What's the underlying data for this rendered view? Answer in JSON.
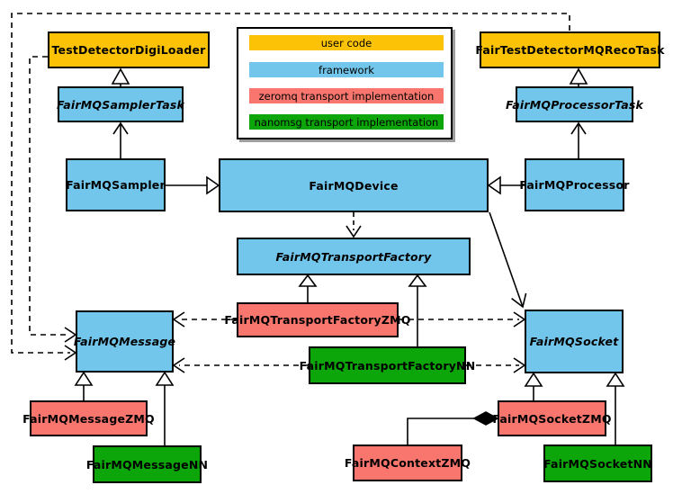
{
  "diagram": {
    "kind": "uml-class-diagram",
    "colors": {
      "user_code": "#FCC306",
      "framework": "#73C6EB",
      "zeromq": "#F8766D",
      "nanomsg": "#0CA60A",
      "line": "#000000",
      "legend_shadow": "#9E9E9E"
    },
    "legend": {
      "items": [
        {
          "label": "user code",
          "color": "#FCC306"
        },
        {
          "label": "framework",
          "color": "#73C6EB"
        },
        {
          "label": "zeromq transport implementation",
          "color": "#F8766D"
        },
        {
          "label": "nanomsg transport implementation",
          "color": "#0CA60A"
        }
      ]
    },
    "nodes": [
      {
        "label": "TestDetectorDigiLoader",
        "category": "user code",
        "abstract": false,
        "color": "#FCC306"
      },
      {
        "label": "FairTestDetectorMQRecoTask",
        "category": "user code",
        "abstract": false,
        "color": "#FCC306"
      },
      {
        "label": "FairMQSamplerTask",
        "category": "framework",
        "abstract": true,
        "color": "#73C6EB"
      },
      {
        "label": "FairMQProcessorTask",
        "category": "framework",
        "abstract": true,
        "color": "#73C6EB"
      },
      {
        "label": "FairMQSampler",
        "category": "framework",
        "abstract": false,
        "color": "#73C6EB"
      },
      {
        "label": "FairMQDevice",
        "category": "framework",
        "abstract": false,
        "color": "#73C6EB"
      },
      {
        "label": "FairMQProcessor",
        "category": "framework",
        "abstract": false,
        "color": "#73C6EB"
      },
      {
        "label": "FairMQTransportFactory",
        "category": "framework",
        "abstract": true,
        "color": "#73C6EB"
      },
      {
        "label": "FairMQTransportFactoryZMQ",
        "category": "zeromq transport implementation",
        "abstract": false,
        "color": "#F8766D"
      },
      {
        "label": "FairMQTransportFactoryNN",
        "category": "nanomsg transport implementation",
        "abstract": false,
        "color": "#0CA60A"
      },
      {
        "label": "FairMQMessage",
        "category": "framework",
        "abstract": true,
        "color": "#73C6EB"
      },
      {
        "label": "FairMQSocket",
        "category": "framework",
        "abstract": true,
        "color": "#73C6EB"
      },
      {
        "label": "FairMQMessageZMQ",
        "category": "zeromq transport implementation",
        "abstract": false,
        "color": "#F8766D"
      },
      {
        "label": "FairMQMessageNN",
        "category": "nanomsg transport implementation",
        "abstract": false,
        "color": "#0CA60A"
      },
      {
        "label": "FairMQContextZMQ",
        "category": "zeromq transport implementation",
        "abstract": false,
        "color": "#F8766D"
      },
      {
        "label": "FairMQSocketZMQ",
        "category": "zeromq transport implementation",
        "abstract": false,
        "color": "#F8766D"
      },
      {
        "label": "FairMQSocketNN",
        "category": "nanomsg transport implementation",
        "abstract": false,
        "color": "#0CA60A"
      }
    ],
    "edges": [
      {
        "from": "FairMQSamplerTask",
        "to": "TestDetectorDigiLoader",
        "style": "solid",
        "arrowhead": "hollow-triangle"
      },
      {
        "from": "FairMQProcessorTask",
        "to": "FairTestDetectorMQRecoTask",
        "style": "solid",
        "arrowhead": "hollow-triangle"
      },
      {
        "from": "FairMQSampler",
        "to": "FairMQSamplerTask",
        "style": "solid",
        "arrowhead": "open-arrow"
      },
      {
        "from": "FairMQProcessor",
        "to": "FairMQProcessorTask",
        "style": "solid",
        "arrowhead": "open-arrow"
      },
      {
        "from": "FairMQSampler",
        "to": "FairMQDevice",
        "style": "solid",
        "arrowhead": "hollow-triangle"
      },
      {
        "from": "FairMQProcessor",
        "to": "FairMQDevice",
        "style": "solid",
        "arrowhead": "hollow-triangle"
      },
      {
        "from": "FairMQDevice",
        "to": "FairMQTransportFactory",
        "style": "dashed",
        "arrowhead": "open-arrow"
      },
      {
        "from": "FairMQDevice",
        "to": "FairMQSocket",
        "style": "solid",
        "arrowhead": "open-arrow"
      },
      {
        "from": "TestDetectorDigiLoader",
        "to": "FairMQMessage",
        "style": "dashed",
        "arrowhead": "open-arrow"
      },
      {
        "from": "FairTestDetectorMQRecoTask",
        "to": "FairMQMessage",
        "style": "dashed",
        "arrowhead": "open-arrow"
      },
      {
        "from": "FairMQTransportFactoryZMQ",
        "to": "FairMQTransportFactory",
        "style": "solid",
        "arrowhead": "hollow-triangle"
      },
      {
        "from": "FairMQTransportFactoryNN",
        "to": "FairMQTransportFactory",
        "style": "solid",
        "arrowhead": "hollow-triangle"
      },
      {
        "from": "FairMQTransportFactoryZMQ",
        "to": "FairMQMessage",
        "style": "dashed",
        "arrowhead": "open-arrow"
      },
      {
        "from": "FairMQTransportFactoryZMQ",
        "to": "FairMQSocket",
        "style": "dashed",
        "arrowhead": "open-arrow"
      },
      {
        "from": "FairMQTransportFactoryNN",
        "to": "FairMQMessage",
        "style": "dashed",
        "arrowhead": "open-arrow"
      },
      {
        "from": "FairMQTransportFactoryNN",
        "to": "FairMQSocket",
        "style": "dashed",
        "arrowhead": "open-arrow"
      },
      {
        "from": "FairMQMessageZMQ",
        "to": "FairMQMessage",
        "style": "solid",
        "arrowhead": "hollow-triangle"
      },
      {
        "from": "FairMQMessageNN",
        "to": "FairMQMessage",
        "style": "solid",
        "arrowhead": "hollow-triangle"
      },
      {
        "from": "FairMQSocketZMQ",
        "to": "FairMQSocket",
        "style": "solid",
        "arrowhead": "hollow-triangle"
      },
      {
        "from": "FairMQSocketNN",
        "to": "FairMQSocket",
        "style": "solid",
        "arrowhead": "hollow-triangle"
      },
      {
        "from": "FairMQContextZMQ",
        "to": "FairMQSocketZMQ",
        "style": "solid",
        "arrowhead": "filled-diamond"
      }
    ]
  }
}
